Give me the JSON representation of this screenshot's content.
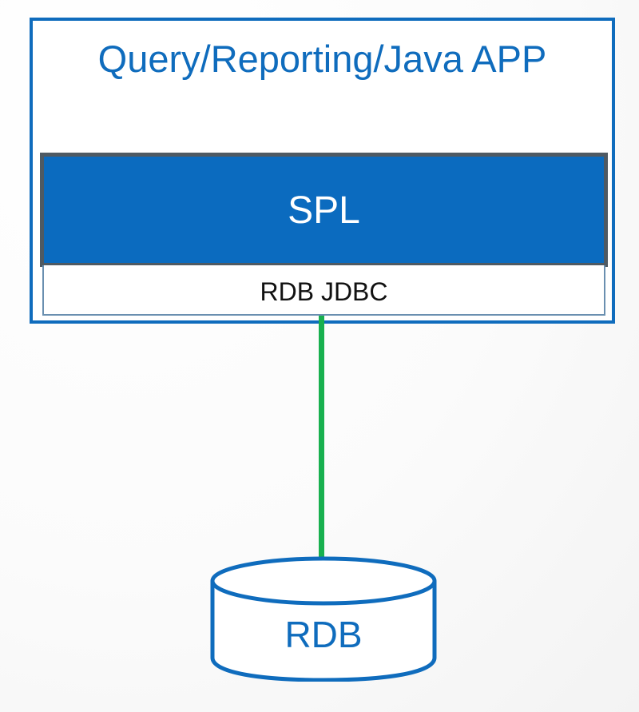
{
  "diagram": {
    "app": {
      "title": "Query/Reporting/Java APP"
    },
    "spl": {
      "label": "SPL"
    },
    "jdbc": {
      "label": "RDB JDBC"
    },
    "database": {
      "label": "RDB"
    },
    "colors": {
      "primary_blue": "#0f6cbd",
      "spl_fill": "#0b6bbf",
      "spl_border": "#4f5a63",
      "connector_green": "#18b04f",
      "background": "#ffffff"
    }
  }
}
